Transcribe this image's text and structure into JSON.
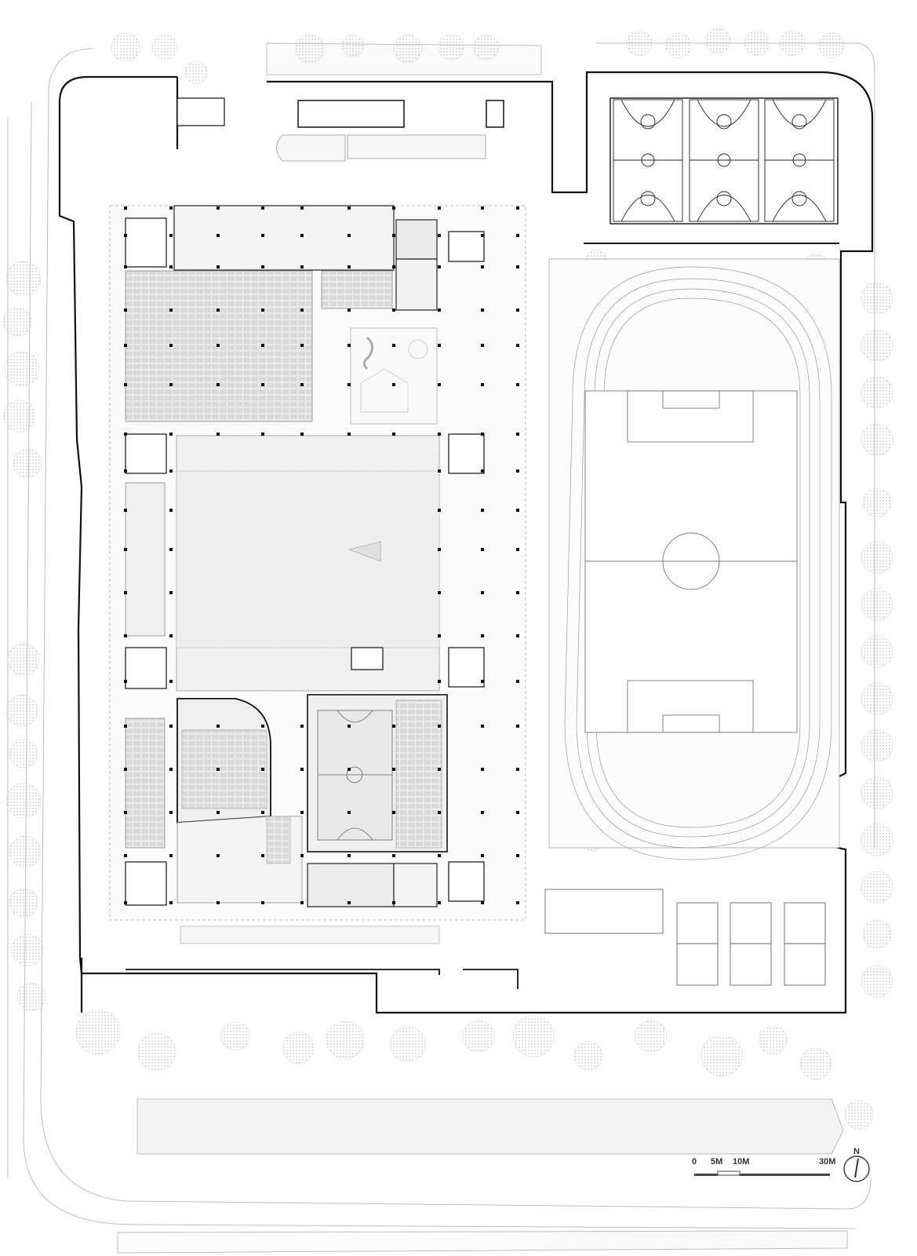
{
  "scale_bar": {
    "labels": [
      "0",
      "5M",
      "10M",
      "30M"
    ]
  },
  "north_arrow": {
    "label": "N"
  }
}
